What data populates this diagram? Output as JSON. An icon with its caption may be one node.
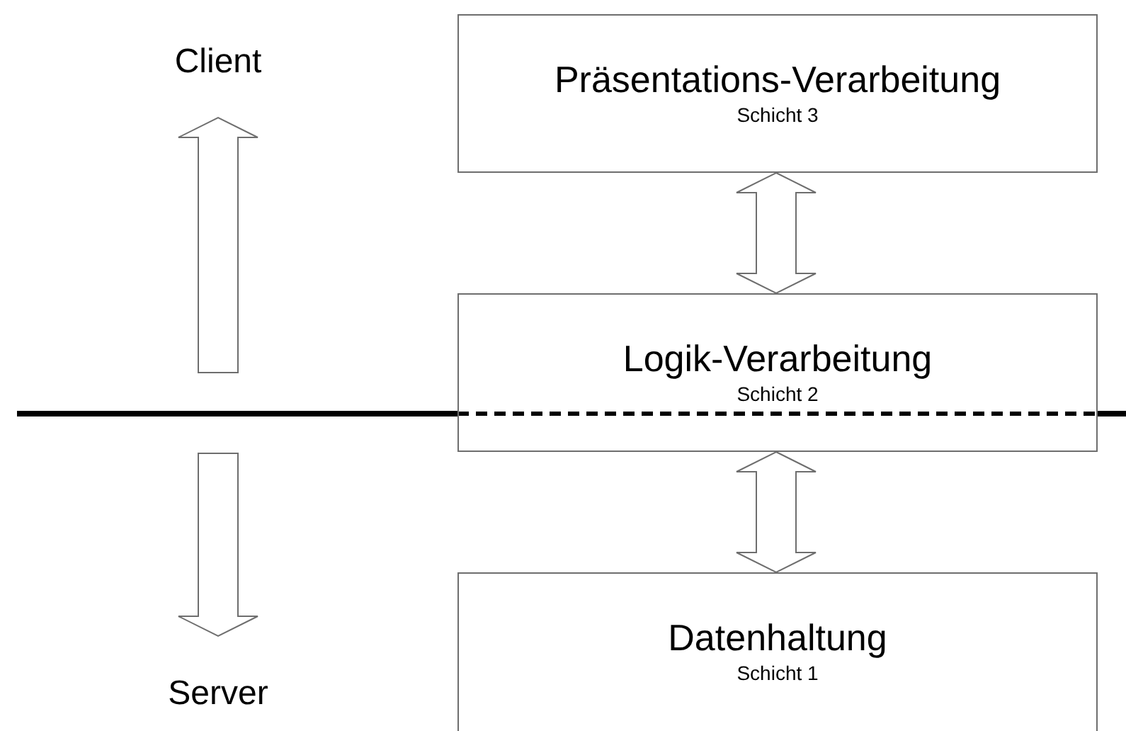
{
  "diagram": {
    "nodes": [
      {
        "text": [
          "Präsentations-Verarbeitung",
          "Schicht 3"
        ]
      },
      {
        "text": [
          "Logik-Verarbeitung",
          "Schicht 2"
        ]
      },
      {
        "text": [
          "Datenhaltung",
          "Schicht 1"
        ]
      }
    ],
    "edges": [
      {
        "from": 0,
        "to": 1,
        "arrow": "both"
      },
      {
        "from": 1,
        "to": 2,
        "arrow": "both"
      }
    ],
    "labels": [
      "Client",
      "Server"
    ]
  }
}
